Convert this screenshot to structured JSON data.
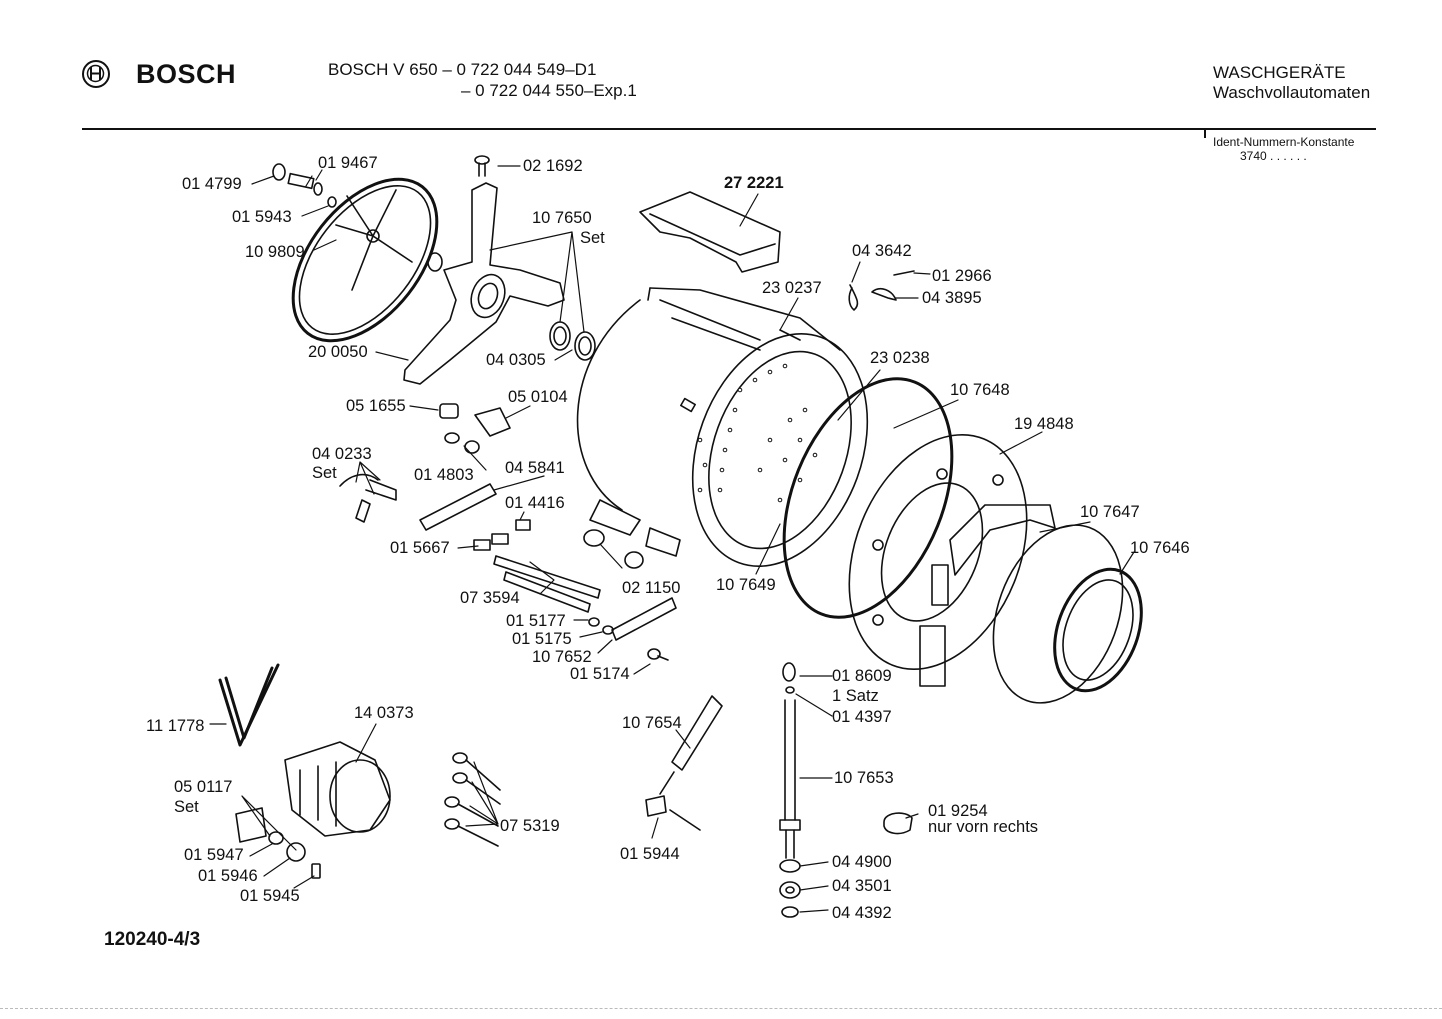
{
  "header": {
    "brand": "BOSCH",
    "model_line1": "BOSCH  V 650  –  0 722 044 549–D1",
    "model_line2": "–  0 722 044 550–Exp.1",
    "category": "WASCHGERÄTE",
    "subcategory": "Waschvollautomaten",
    "ident_label": "Ident-Nummern-Konstante",
    "ident_value": "3740  . .   . . . ."
  },
  "footer": {
    "drawing_number": "120240-4/3"
  },
  "parts": [
    {
      "id": "p-014799",
      "text": "01 4799"
    },
    {
      "id": "p-019467",
      "text": "01 9467"
    },
    {
      "id": "p-015943",
      "text": "01 5943"
    },
    {
      "id": "p-109809",
      "text": "10 9809"
    },
    {
      "id": "p-021692",
      "text": "02 1692"
    },
    {
      "id": "p-107650",
      "text": "10 7650"
    },
    {
      "id": "p-107650-set",
      "text": "Set"
    },
    {
      "id": "p-272221",
      "text": "27 2221"
    },
    {
      "id": "p-043642",
      "text": "04 3642"
    },
    {
      "id": "p-012966",
      "text": "01 2966"
    },
    {
      "id": "p-043895",
      "text": "04 3895"
    },
    {
      "id": "p-230237",
      "text": "23 0237"
    },
    {
      "id": "p-200050",
      "text": "20 0050"
    },
    {
      "id": "p-040305",
      "text": "04 0305"
    },
    {
      "id": "p-230238",
      "text": "23 0238"
    },
    {
      "id": "p-051655",
      "text": "05 1655"
    },
    {
      "id": "p-050104",
      "text": "05 0104"
    },
    {
      "id": "p-107648",
      "text": "10 7648"
    },
    {
      "id": "p-194848",
      "text": "19 4848"
    },
    {
      "id": "p-040233",
      "text": "04 0233"
    },
    {
      "id": "p-040233-set",
      "text": "Set"
    },
    {
      "id": "p-014803",
      "text": "01 4803"
    },
    {
      "id": "p-045841",
      "text": "04 5841"
    },
    {
      "id": "p-014416",
      "text": "01 4416"
    },
    {
      "id": "p-107647",
      "text": "10 7647"
    },
    {
      "id": "p-015667",
      "text": "01 5667"
    },
    {
      "id": "p-107646",
      "text": "10 7646"
    },
    {
      "id": "p-073594",
      "text": "07 3594"
    },
    {
      "id": "p-021150",
      "text": "02 1150"
    },
    {
      "id": "p-107649",
      "text": "10 7649"
    },
    {
      "id": "p-015177",
      "text": "01 5177"
    },
    {
      "id": "p-015175",
      "text": "01 5175"
    },
    {
      "id": "p-107652",
      "text": "10 7652"
    },
    {
      "id": "p-015174",
      "text": "01 5174"
    },
    {
      "id": "p-018609",
      "text": "01 8609"
    },
    {
      "id": "p-018609-satz",
      "text": "1 Satz"
    },
    {
      "id": "p-014397",
      "text": "01 4397"
    },
    {
      "id": "p-111778",
      "text": "11 1778"
    },
    {
      "id": "p-140373",
      "text": "14 0373"
    },
    {
      "id": "p-107654",
      "text": "10 7654"
    },
    {
      "id": "p-107653",
      "text": "10 7653"
    },
    {
      "id": "p-050117",
      "text": "05 0117"
    },
    {
      "id": "p-050117-set",
      "text": "Set"
    },
    {
      "id": "p-075319",
      "text": "07 5319"
    },
    {
      "id": "p-019254",
      "text": "01 9254"
    },
    {
      "id": "p-019254-note",
      "text": "nur vorn rechts"
    },
    {
      "id": "p-015947",
      "text": "01 5947"
    },
    {
      "id": "p-015944",
      "text": "01 5944"
    },
    {
      "id": "p-044900",
      "text": "04 4900"
    },
    {
      "id": "p-015946",
      "text": "01 5946"
    },
    {
      "id": "p-043501",
      "text": "04 3501"
    },
    {
      "id": "p-015945",
      "text": "01 5945"
    },
    {
      "id": "p-044392",
      "text": "04 4392"
    }
  ]
}
